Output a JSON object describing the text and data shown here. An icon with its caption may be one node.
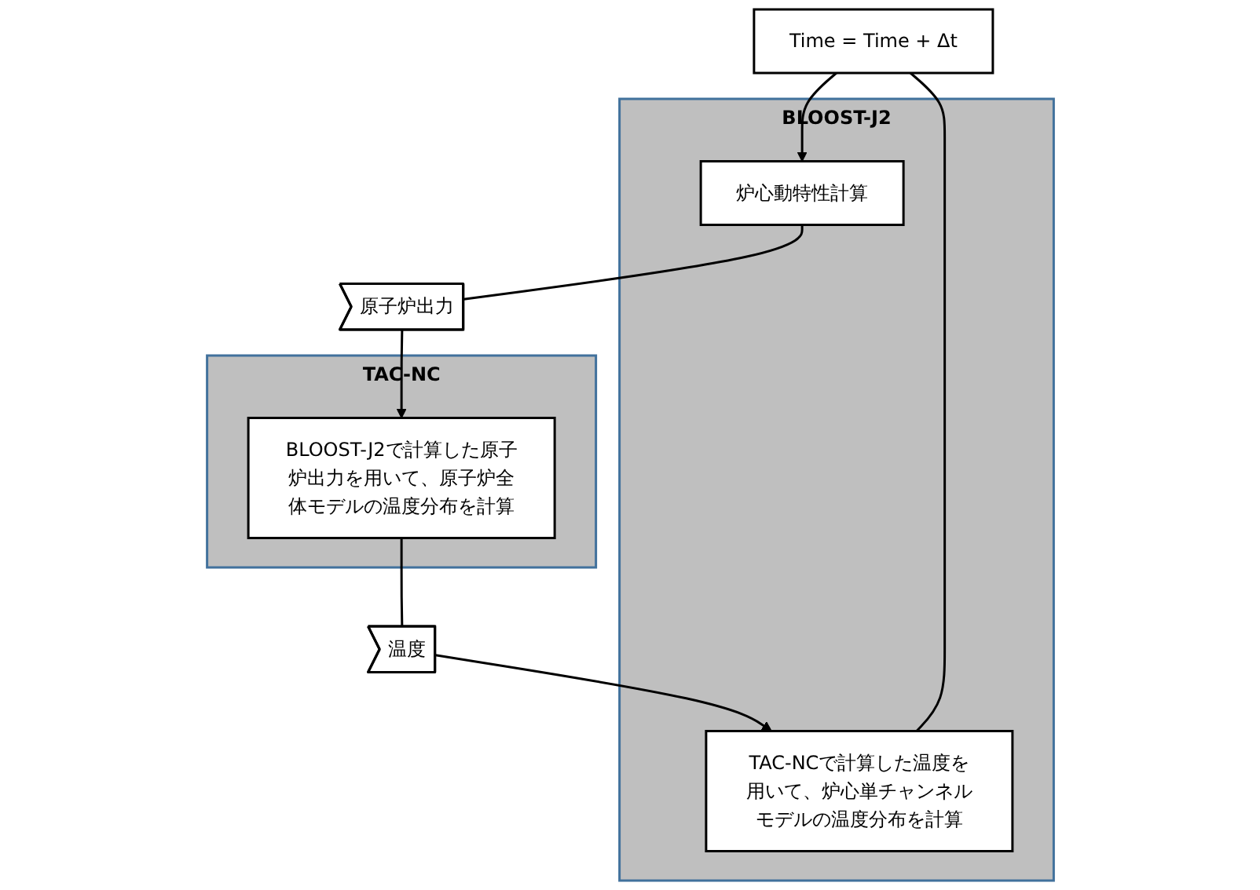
{
  "diagram": {
    "nodes": [
      {
        "text": [
          "Time = Time + Δt"
        ]
      },
      {
        "text": [
          "BLOOST-J2"
        ]
      },
      {
        "text": [
          "炉心動特性計算"
        ],
        "in": 1
      },
      {
        "text": [
          "TAC-NCで計算した温度を用いて、炉心単チャンネルモデルの温度分布を計算"
        ],
        "in": 1
      },
      {
        "text": [
          "TAC-NC"
        ]
      },
      {
        "text": [
          "BLOOST-J2で計算した原子炉出力を用いて、原子炉全体モデルの温度分布を計算"
        ],
        "in": 4
      },
      {
        "text": [
          "原子炉出力"
        ]
      },
      {
        "text": [
          "温度"
        ]
      }
    ],
    "edges": [
      {
        "from": 0,
        "to": 2,
        "arrow": "to"
      },
      {
        "from": 2,
        "to": 6,
        "arrow": "none"
      },
      {
        "from": 6,
        "to": 5,
        "arrow": "to"
      },
      {
        "from": 5,
        "to": 7,
        "arrow": "none"
      },
      {
        "from": 7,
        "to": 3,
        "arrow": "to"
      },
      {
        "from": 3,
        "to": 0,
        "arrow": "none"
      }
    ]
  }
}
